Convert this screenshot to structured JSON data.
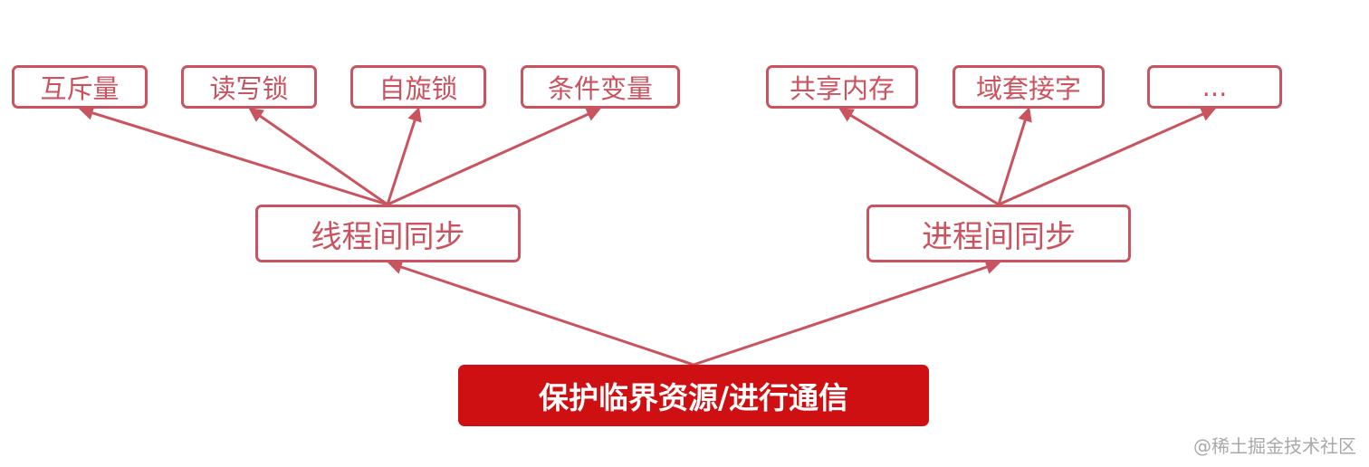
{
  "diagram": {
    "root": {
      "label": "保护临界资源/进行通信"
    },
    "thread_sync": {
      "label": "线程间同步",
      "children": [
        "互斥量",
        "读写锁",
        "自旋锁",
        "条件变量"
      ]
    },
    "process_sync": {
      "label": "进程间同步",
      "children": [
        "共享内存",
        "域套接字",
        "..."
      ]
    },
    "colors": {
      "arrow": "#c9545f",
      "box_border": "#c9545f",
      "root_fill": "#cf1012",
      "root_text": "#ffffff"
    }
  },
  "watermark": "@稀土掘金技术社区"
}
